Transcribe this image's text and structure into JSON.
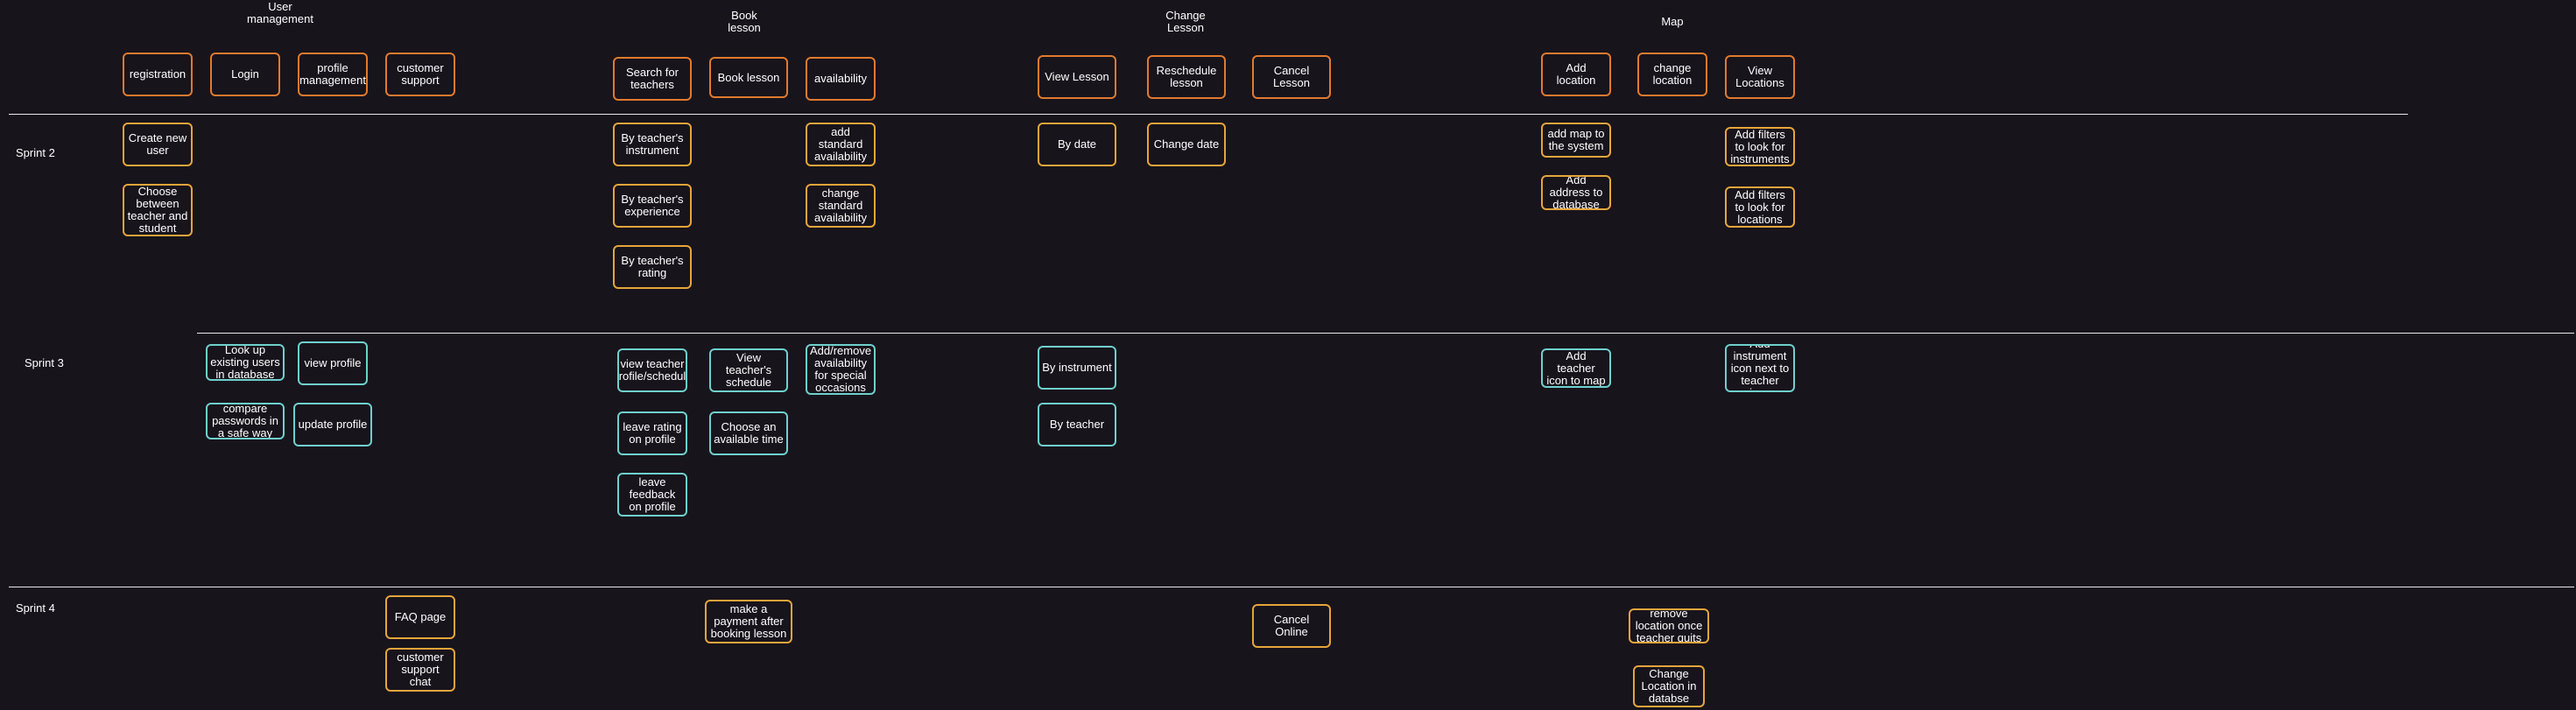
{
  "headers": {
    "user_management": "User\nmanagement",
    "book_lesson": "Book\nlesson",
    "change_lesson": "Change\nLesson",
    "map": "Map"
  },
  "sprints": {
    "sprint2": "Sprint 2",
    "sprint3": "Sprint 3",
    "sprint4": "Sprint 4"
  },
  "epics": {
    "registration": "registration",
    "login": "Login",
    "profile_management": "profile management",
    "customer_support": "customer support",
    "search_teachers": "Search for teachers",
    "book_lesson": "Book lesson",
    "availability": "availability",
    "view_lesson": "View Lesson",
    "reschedule_lesson": "Reschedule lesson",
    "cancel_lesson": "Cancel Lesson",
    "add_location": "Add location",
    "change_location": "change location",
    "view_locations": "View Locations"
  },
  "sprint2": {
    "create_new_user": "Create new user",
    "choose_teacher_student": "Choose between teacher and student",
    "by_instrument": "By teacher's instrument",
    "by_experience": "By teacher's experience",
    "by_rating": "By teacher's rating",
    "add_standard_availability": "add standard availability",
    "change_standard_availability": "change standard availability",
    "by_date": "By date",
    "change_date": "Change date",
    "add_map": "add map to the system",
    "add_address": "Add address to database",
    "filters_instruments": "Add filters to look for instruments",
    "filters_locations": "Add filters to look for locations"
  },
  "sprint3": {
    "look_up_users": "Look up existing users in database",
    "compare_passwords": "compare passwords in a safe way",
    "view_profile": "view profile",
    "update_profile": "update profile",
    "view_teacher_profile": "view teacher profile/schedule",
    "leave_rating": "leave rating on profile",
    "leave_feedback": "leave feedback on profile",
    "view_teacher_schedule": "View teacher's schedule",
    "choose_available_time": "Choose an available time",
    "add_remove_availability": "Add/remove availability for special occasions",
    "by_instrument": "By instrument",
    "by_teacher": "By teacher",
    "add_teacher_icon": "Add teacher icon to map",
    "add_instrument_icon": "Add instrument icon next to teacher icon"
  },
  "sprint4": {
    "faq_page": "FAQ page",
    "customer_support_chat": "customer support chat",
    "make_payment": "make a payment after booking lesson",
    "cancel_online": "Cancel Online",
    "remove_location": "remove location once teacher quits",
    "change_location_db": "Change Location in databse"
  },
  "colors": {
    "background": "#18141c",
    "epic_border": "#e07a2e",
    "story_border_yellow": "#e6a53a",
    "story_border_teal": "#6fd0cc",
    "divider": "#e8e8e8",
    "text": "#ffffff"
  }
}
